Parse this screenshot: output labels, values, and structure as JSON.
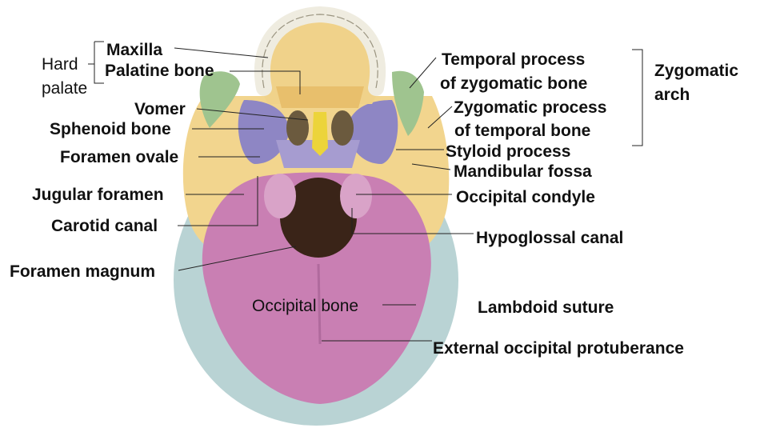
{
  "labels": {
    "hard_palate": "Hard palate",
    "maxilla": "Maxilla",
    "palatine_bone": "Palatine bone",
    "vomer": "Vomer",
    "sphenoid_bone": "Sphenoid bone",
    "foramen_ovale": "Foramen ovale",
    "jugular_foramen": "Jugular foramen",
    "carotid_canal": "Carotid canal",
    "foramen_magnum": "Foramen magnum",
    "occipital_bone": "Occipital bone",
    "temporal_process_line1": "Temporal process",
    "temporal_process_line2": "of zygomatic bone",
    "zygomatic_process_line1": "Zygomatic process",
    "zygomatic_process_line2": "of temporal bone",
    "zygomatic_arch": "Zygomatic arch",
    "styloid_process": "Styloid process",
    "mandibular_fossa": "Mandibular fossa",
    "occipital_condyle": "Occipital condyle",
    "hypoglossal_canal": "Hypoglossal canal",
    "lambdoid_suture": "Lambdoid suture",
    "external_occipital_protuberance": "External occipital protuberance"
  },
  "colors": {
    "occipital": "#c97fb3",
    "temporal": "#f2d58e",
    "sphenoid": "#8e86c4",
    "zygomatic": "#9fc48f",
    "maxilla": "#f0d28a",
    "palatine": "#e8bf6c",
    "vomer": "#ecd43a",
    "parietal": "#b9d3d4",
    "teeth": "#efece0"
  }
}
